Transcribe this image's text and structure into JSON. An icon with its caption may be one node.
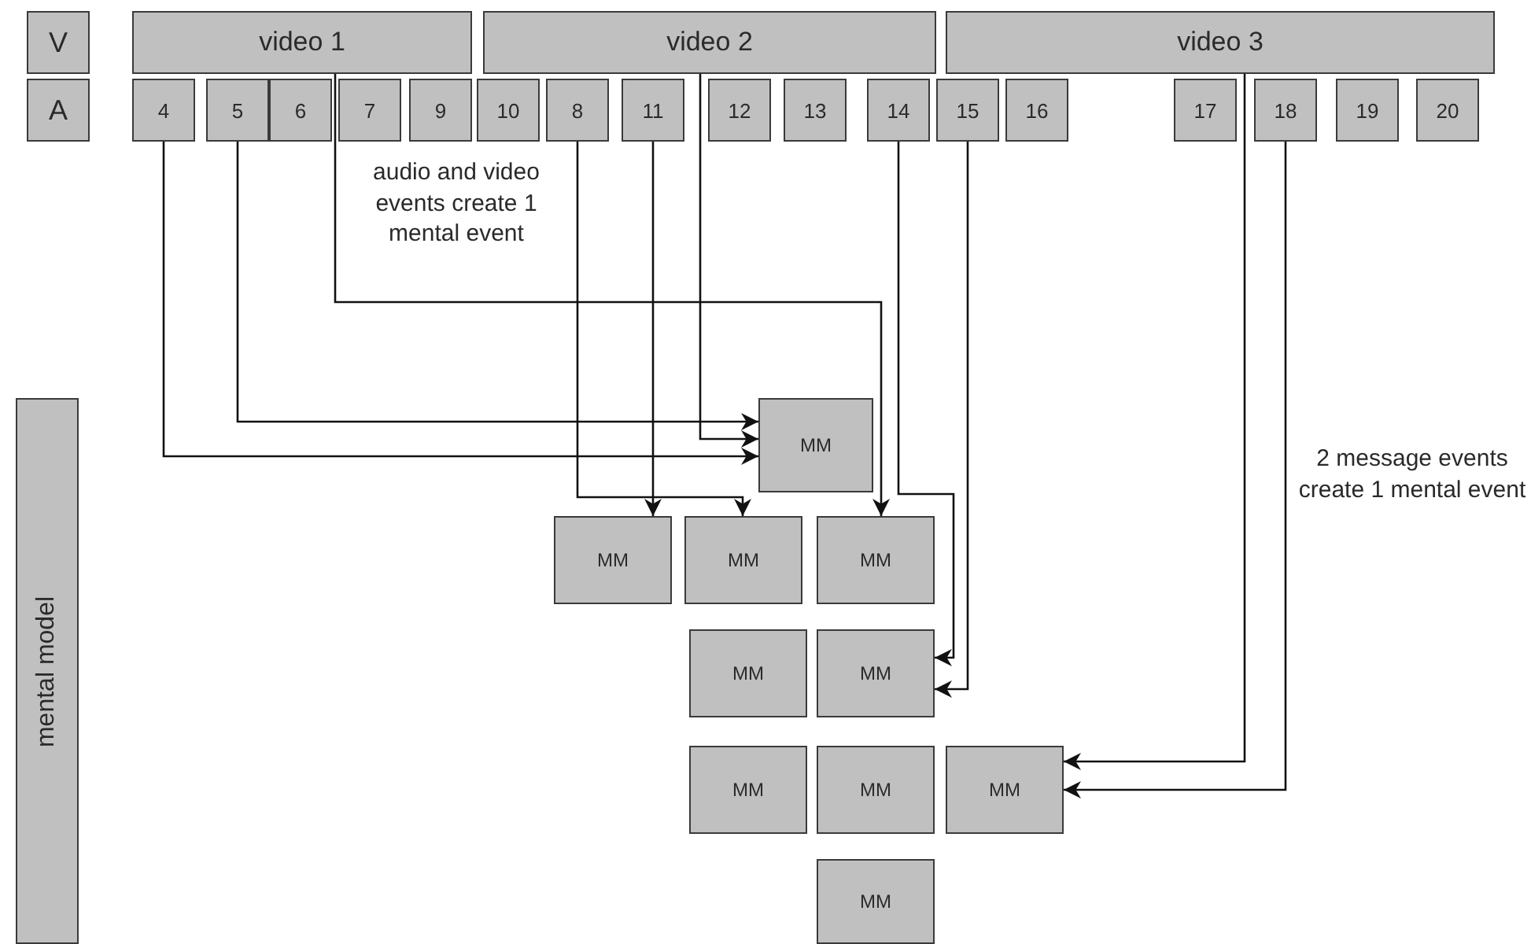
{
  "diagram": {
    "nodes": [
      {
        "text": [
          "V"
        ]
      },
      {
        "text": [
          "video 1"
        ]
      },
      {
        "text": [
          "video 2"
        ]
      },
      {
        "text": [
          "video 3"
        ]
      },
      {
        "text": [
          "A"
        ]
      },
      {
        "text": [
          "4"
        ]
      },
      {
        "text": [
          "5"
        ]
      },
      {
        "text": [
          "6"
        ]
      },
      {
        "text": [
          "7"
        ]
      },
      {
        "text": [
          "9"
        ]
      },
      {
        "text": [
          "10"
        ]
      },
      {
        "text": [
          "8"
        ]
      },
      {
        "text": [
          "11"
        ]
      },
      {
        "text": [
          "12"
        ]
      },
      {
        "text": [
          "13"
        ]
      },
      {
        "text": [
          "14"
        ]
      },
      {
        "text": [
          "15"
        ]
      },
      {
        "text": [
          "16"
        ]
      },
      {
        "text": [
          "17"
        ]
      },
      {
        "text": [
          "18"
        ]
      },
      {
        "text": [
          "19"
        ]
      },
      {
        "text": [
          "20"
        ]
      },
      {
        "text": [
          "mental model"
        ]
      },
      {
        "text": [
          "MM"
        ]
      },
      {
        "text": [
          "MM"
        ]
      },
      {
        "text": [
          "MM"
        ]
      },
      {
        "text": [
          "MM"
        ]
      },
      {
        "text": [
          "MM"
        ]
      },
      {
        "text": [
          "MM"
        ]
      },
      {
        "text": [
          "MM"
        ]
      },
      {
        "text": [
          "MM"
        ]
      },
      {
        "text": [
          "MM"
        ]
      },
      {
        "text": [
          "MM"
        ]
      }
    ],
    "edges": [
      {
        "from": 5,
        "to": 23,
        "arrow": "to"
      },
      {
        "from": 6,
        "to": 23,
        "arrow": "to"
      },
      {
        "from": 2,
        "to": 23,
        "arrow": "to"
      },
      {
        "from": 1,
        "to": 26,
        "arrow": "to"
      },
      {
        "from": 11,
        "to": 25,
        "arrow": "to"
      },
      {
        "from": 12,
        "to": 24,
        "arrow": "to"
      },
      {
        "from": 15,
        "to": 28,
        "arrow": "to"
      },
      {
        "from": 16,
        "to": 28,
        "arrow": "to"
      },
      {
        "from": 3,
        "to": 31,
        "arrow": "to"
      },
      {
        "from": 19,
        "to": 31,
        "arrow": "to"
      }
    ],
    "labels": [
      "audio and video events create 1 mental event",
      "2 message events create 1 mental event"
    ]
  }
}
